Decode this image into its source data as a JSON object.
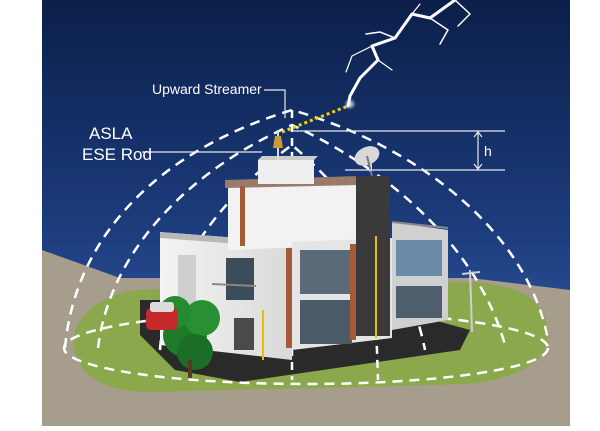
{
  "labels": {
    "upward_streamer": "Upward Streamer",
    "asla": "ASLA",
    "ese_rod": "ESE Rod",
    "height": "h"
  },
  "colors": {
    "sky_top": "#0b1f4a",
    "sky_bottom": "#2f5aa8",
    "ground": "#a89f8d",
    "grass": "#8eaa4e",
    "protection_zone": "#ffffff",
    "streamer": "#f5d000",
    "label_text": "#ffffff"
  },
  "icons": {
    "lightning": "lightning-bolt-icon",
    "dish": "satellite-dish-icon",
    "tree": "tree-icon",
    "car": "car-icon"
  }
}
